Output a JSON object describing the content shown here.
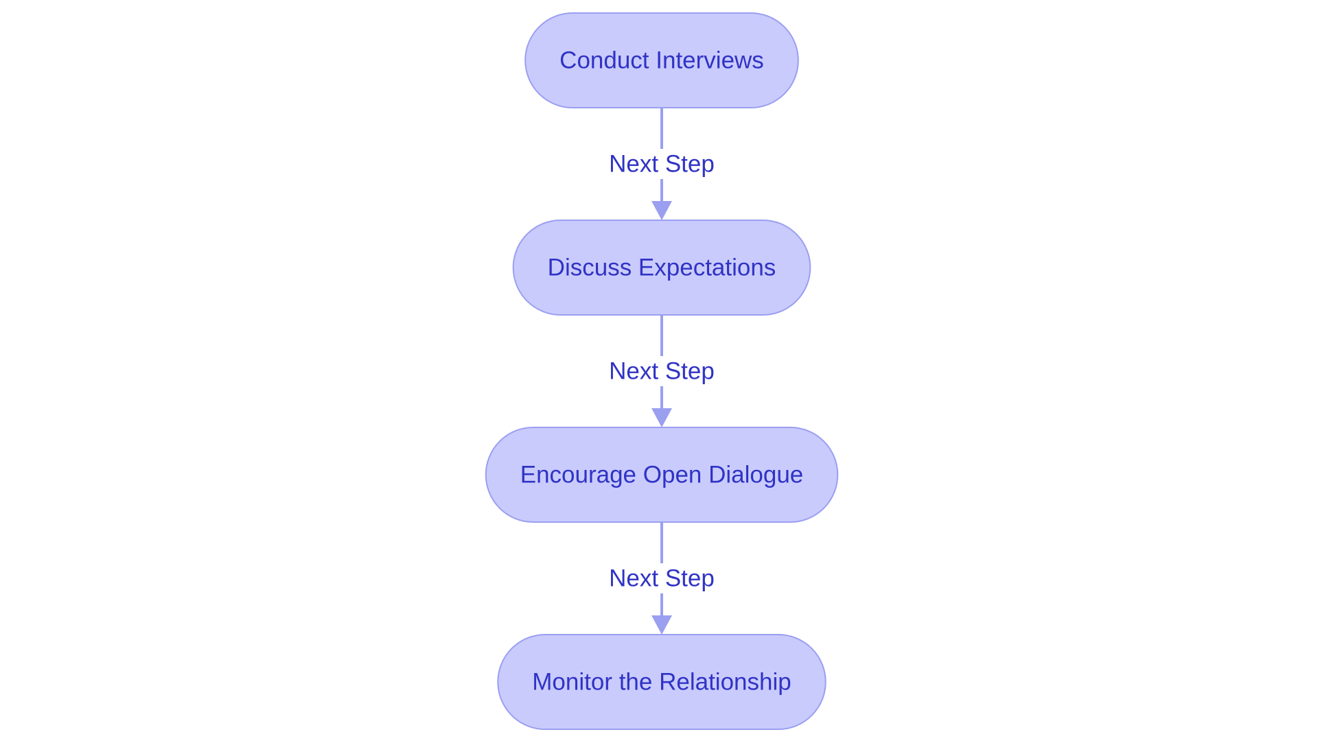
{
  "colors": {
    "node_fill": "#c9cbfd",
    "node_stroke": "#9b9ff0",
    "edge": "#9b9ff0",
    "text": "#3033c4",
    "background": "#ffffff"
  },
  "nodes": [
    {
      "label": "Conduct Interviews"
    },
    {
      "label": "Discuss Expectations"
    },
    {
      "label": "Encourage Open Dialogue"
    },
    {
      "label": "Monitor the Relationship"
    }
  ],
  "edges": [
    {
      "from": 0,
      "to": 1,
      "label": "Next Step"
    },
    {
      "from": 1,
      "to": 2,
      "label": "Next Step"
    },
    {
      "from": 2,
      "to": 3,
      "label": "Next Step"
    }
  ]
}
